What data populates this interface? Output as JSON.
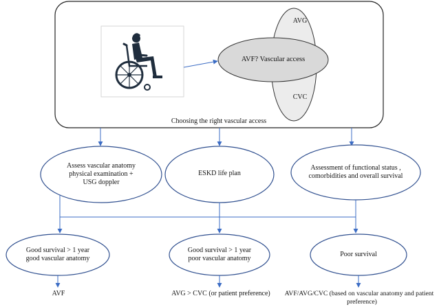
{
  "top_box": {
    "caption": "Choosing the right vascular access",
    "center_oval": "AVF? Vascular access",
    "upper_petal": "AVG",
    "lower_petal": "CVC",
    "image_icon": "wheelchair-user-icon"
  },
  "level2": {
    "left": [
      "Assess vascular anatomy",
      "physical examination +",
      "USG doppler"
    ],
    "middle": [
      "ESKD life plan"
    ],
    "right": [
      "Assessment of functional status ,",
      "comorbidities and overall survival"
    ]
  },
  "level3": {
    "left": [
      "Good survival > 1 year",
      "good vascular anatomy"
    ],
    "middle": [
      "Good survival > 1 year",
      "poor vascular anatomy"
    ],
    "right": [
      "Poor survival"
    ]
  },
  "outcomes": {
    "left": "AVF",
    "middle": "AVG > CVC (or patient preference)",
    "right_line1": "AVF/AVG/CVC (based on vascular anatomy and patient",
    "right_line2": "preference)"
  },
  "colors": {
    "line": "#3b6cc4",
    "ellipse_stroke": "#2f4f8f",
    "oval_fill": "#d9d9d9",
    "icon_dark": "#1f2d3d"
  }
}
